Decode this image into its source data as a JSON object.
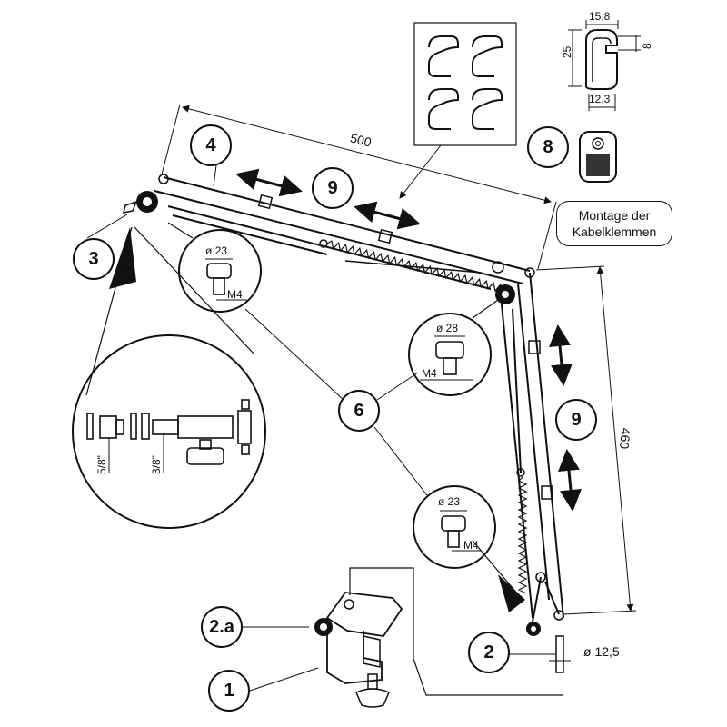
{
  "labels": {
    "l1": "1",
    "l2": "2",
    "l2a": "2.a",
    "l3": "3",
    "l4": "4",
    "l6": "6",
    "l8": "8",
    "l9a": "9",
    "l9b": "9"
  },
  "dimensions": {
    "arm_upper": "500",
    "arm_lower": "460",
    "knob_top": "ø 23",
    "knob_middle": "ø 28",
    "knob_bottom": "ø 23",
    "thread_top": "M4",
    "thread_middle": "M4",
    "thread_bottom": "M4",
    "thread_58": "5/8\"",
    "thread_38": "3/8\"",
    "pin_diameter": "ø 12,5",
    "clip_width": "15,8",
    "clip_height": "25",
    "clip_gap": "8",
    "clip_inner": "12,3"
  },
  "note": {
    "line1": "Montage der",
    "line2": "Kabelklemmen"
  }
}
